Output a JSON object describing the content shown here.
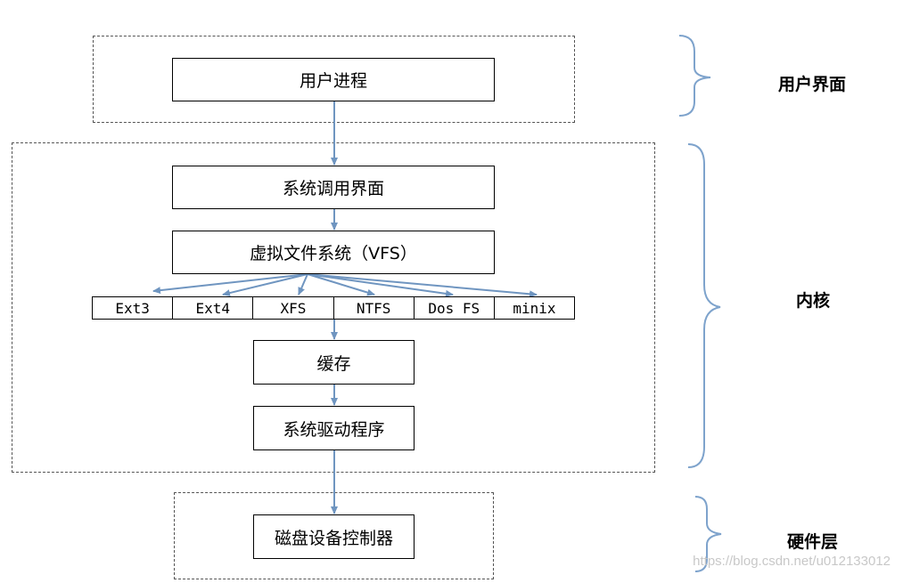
{
  "user_layer": {
    "process_label": "用户进程",
    "side_label": "用户界面"
  },
  "kernel_layer": {
    "syscall_label": "系统调用界面",
    "vfs_label": "虚拟文件系统（VFS）",
    "filesystems": [
      "Ext3",
      "Ext4",
      "XFS",
      "NTFS",
      "Dos FS",
      "minix"
    ],
    "cache_label": "缓存",
    "driver_label": "系统驱动程序",
    "side_label": "内核"
  },
  "hardware_layer": {
    "controller_label": "磁盘设备控制器",
    "side_label": "硬件层"
  },
  "watermark": "https://blog.csdn.net/u012133012",
  "colors": {
    "arrow": "#6f95c0",
    "brace": "#7ea3cc"
  }
}
